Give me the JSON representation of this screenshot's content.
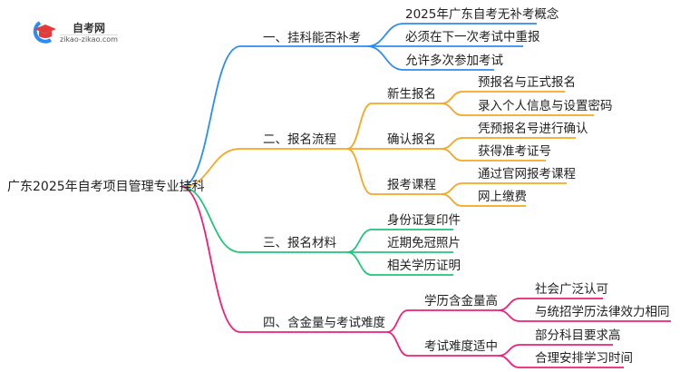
{
  "logo": {
    "name": "自考网",
    "url": "zikao-zikao.com"
  },
  "root": "广东2025年自考项目管理专业挂科",
  "colors": {
    "b1": "#2b8cf5",
    "b2": "#f5a623",
    "b3": "#1fc67a",
    "b4": "#ef1f7a"
  },
  "branches": [
    {
      "label": "一、挂科能否补考",
      "leaves": [
        "2025年广东自考无补考概念",
        "必须在下一次考试中重报",
        "允许多次参加考试"
      ]
    },
    {
      "label": "二、报名流程",
      "subs": [
        {
          "label": "新生报名",
          "leaves": [
            "预报名与正式报名",
            "录入个人信息与设置密码"
          ]
        },
        {
          "label": "确认报名",
          "leaves": [
            "凭预报名号进行确认",
            "获得准考证号"
          ]
        },
        {
          "label": "报考课程",
          "leaves": [
            "通过官网报考课程",
            "网上缴费"
          ]
        }
      ]
    },
    {
      "label": "三、报名材料",
      "leaves": [
        "身份证复印件",
        "近期免冠照片",
        "相关学历证明"
      ]
    },
    {
      "label": "四、含金量与考试难度",
      "subs": [
        {
          "label": "学历含金量高",
          "leaves": [
            "社会广泛认可",
            "与统招学历法律效力相同"
          ]
        },
        {
          "label": "考试难度适中",
          "leaves": [
            "部分科目要求高",
            "合理安排学习时间"
          ]
        }
      ]
    }
  ]
}
